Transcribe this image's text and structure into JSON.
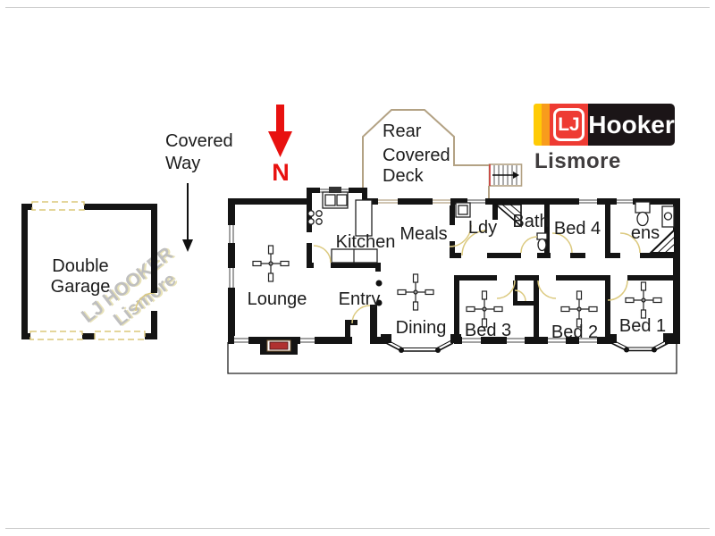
{
  "branding": {
    "lj": "LJ",
    "hooker": "Hooker",
    "location": "Lismore"
  },
  "watermark": {
    "line1": "LJ HOOKER",
    "line2": "Lismore"
  },
  "compass": {
    "north_label": "N"
  },
  "annotations": {
    "covered_way_line1": "Covered",
    "covered_way_line2": "Way",
    "deck_line1": "Rear",
    "deck_line2": "Covered",
    "deck_line3": "Deck"
  },
  "rooms": {
    "garage_line1": "Double",
    "garage_line2": "Garage",
    "lounge": "Lounge",
    "kitchen": "Kitchen",
    "entry": "Entry",
    "meals": "Meals",
    "dining": "Dining",
    "laundry": "Ldy",
    "bath": "Bath",
    "bed4": "Bed 4",
    "ensuite": "ens",
    "bed3": "Bed 3",
    "bed2": "Bed 2",
    "bed1": "Bed 1"
  },
  "colors": {
    "north_arrow": "#e8110f",
    "logo_yellow": "#ffcb05",
    "logo_orange": "#f89c1c",
    "logo_red": "#ee3b33",
    "logo_black": "#1b1517",
    "wall": "#141414",
    "door_arc": "#dcca80",
    "deck_outline": "#b3a284",
    "watermark_gray": "#b9b9b9",
    "fireplace_red": "#b03030"
  }
}
